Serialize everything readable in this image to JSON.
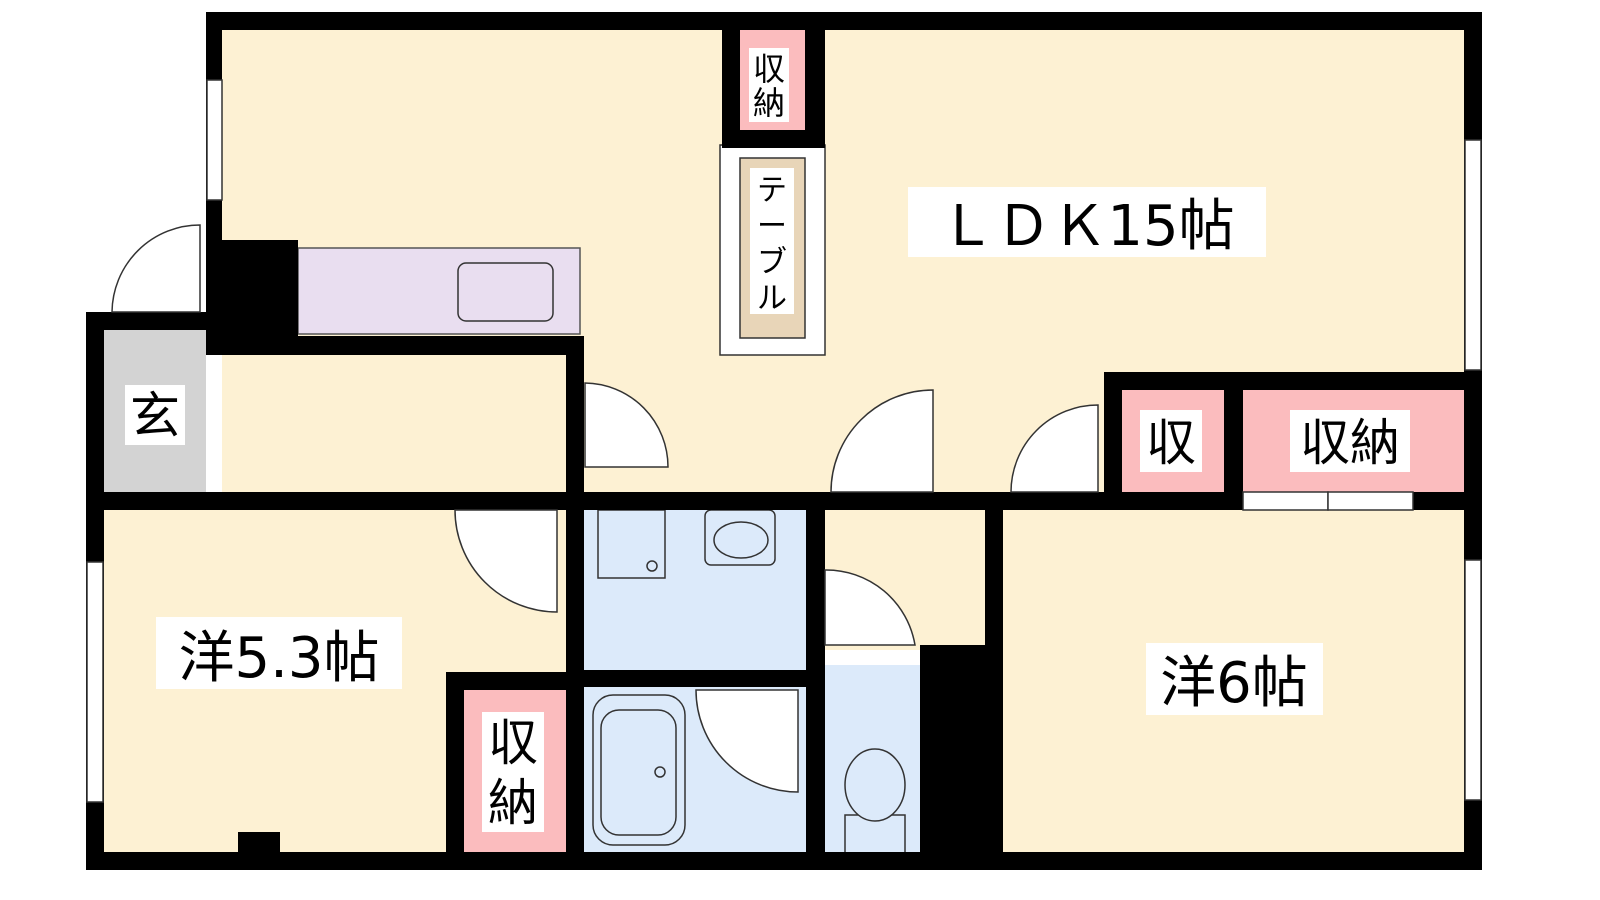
{
  "rooms": {
    "ldk": "ＬＤＫ15帖",
    "western_a": "洋5.3帖",
    "western_b": "洋6帖",
    "entrance": "玄"
  },
  "storage": {
    "top": [
      "収",
      "納"
    ],
    "right_small": "収",
    "right_large": "収納",
    "left": [
      "収",
      "納"
    ]
  },
  "table_label": [
    "テ",
    "ー",
    "ブ",
    "ル"
  ],
  "colors": {
    "wall": "#000000",
    "living_floor": "#fdf1d3",
    "entrance_floor": "#d3d3d3",
    "storage": "#fbbcbe",
    "kitchen": "#e9def0",
    "wet_area": "#dceafa",
    "table": "#e8d5b8",
    "label_bg": "#ffffff"
  }
}
